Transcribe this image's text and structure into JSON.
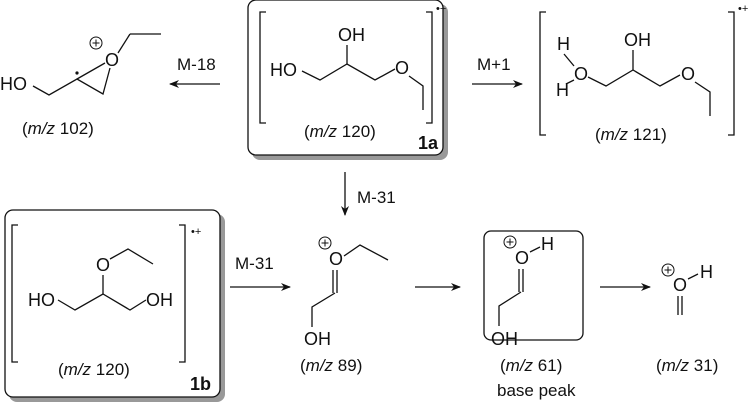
{
  "compounds": {
    "m102": {
      "label_pre": "(",
      "label_italic": "m/z",
      "label_value": " 102)",
      "atoms": {
        "ho": "HO",
        "o": "O"
      }
    },
    "c1a": {
      "label_pre": "(",
      "label_italic": "m/z",
      "label_value": " 120)",
      "id": "1a",
      "charge": "•+",
      "atoms": {
        "ho": "HO",
        "oh": "OH",
        "o": "O"
      }
    },
    "m121": {
      "label_pre": "(",
      "label_italic": "m/z",
      "label_value": " 121)",
      "charge": "•+",
      "atoms": {
        "h1": "H",
        "h2": "H",
        "o1": "O",
        "oh": "OH",
        "o2": "O"
      }
    },
    "c1b": {
      "label_pre": "(",
      "label_italic": "m/z",
      "label_value": " 120)",
      "id": "1b",
      "charge": "•+",
      "atoms": {
        "ho": "HO",
        "o": "O",
        "oh": "OH"
      }
    },
    "m89": {
      "label_pre": "(",
      "label_italic": "m/z",
      "label_value": " 89)",
      "atoms": {
        "o": "O",
        "oh": "OH"
      }
    },
    "m61": {
      "label_pre": "(",
      "label_italic": "m/z",
      "label_value": " 61)",
      "note": "base peak",
      "atoms": {
        "o": "O",
        "h": "H",
        "oh": "OH"
      }
    },
    "m31": {
      "label_pre": "(",
      "label_italic": "m/z",
      "label_value": " 31)",
      "atoms": {
        "o": "O",
        "h": "H"
      }
    }
  },
  "arrows": {
    "m18": "M-18",
    "mplus1": "M+1",
    "m31_down": "M-31",
    "m31_right": "M-31"
  }
}
